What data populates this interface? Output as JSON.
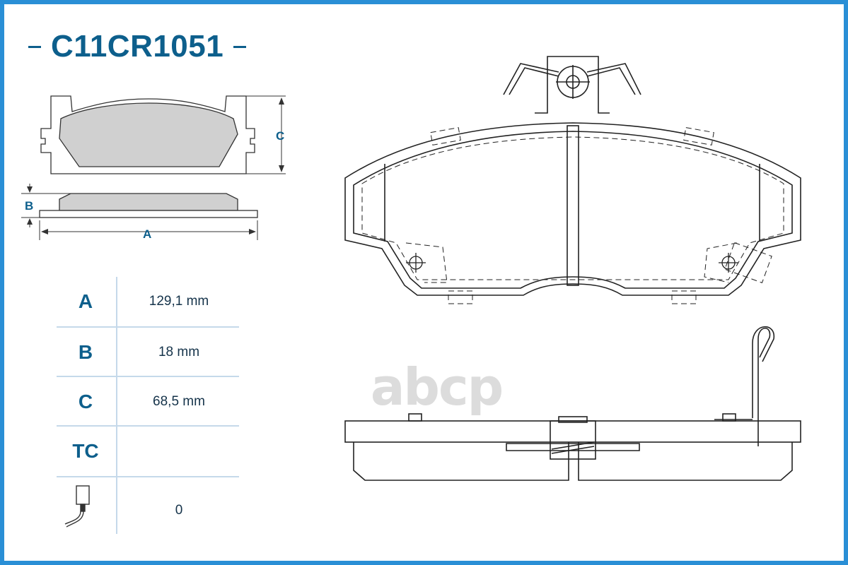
{
  "product": {
    "code": "C11CR1051"
  },
  "dimensions_diagram": {
    "label_a": "A",
    "label_b": "B",
    "label_c": "C"
  },
  "specs": [
    {
      "key": "A",
      "value": "129,1 mm"
    },
    {
      "key": "B",
      "value": "18 mm"
    },
    {
      "key": "C",
      "value": "68,5 mm"
    },
    {
      "key": "TC",
      "value": ""
    },
    {
      "key": "",
      "icon": "wear-sensor-icon",
      "value": "0"
    }
  ],
  "watermark": "abcp",
  "colors": {
    "brand": "#0d5f8c",
    "frame": "#2a8fd6",
    "grid": "#c5d9ea",
    "pad_fill": "#d0d0d0"
  }
}
